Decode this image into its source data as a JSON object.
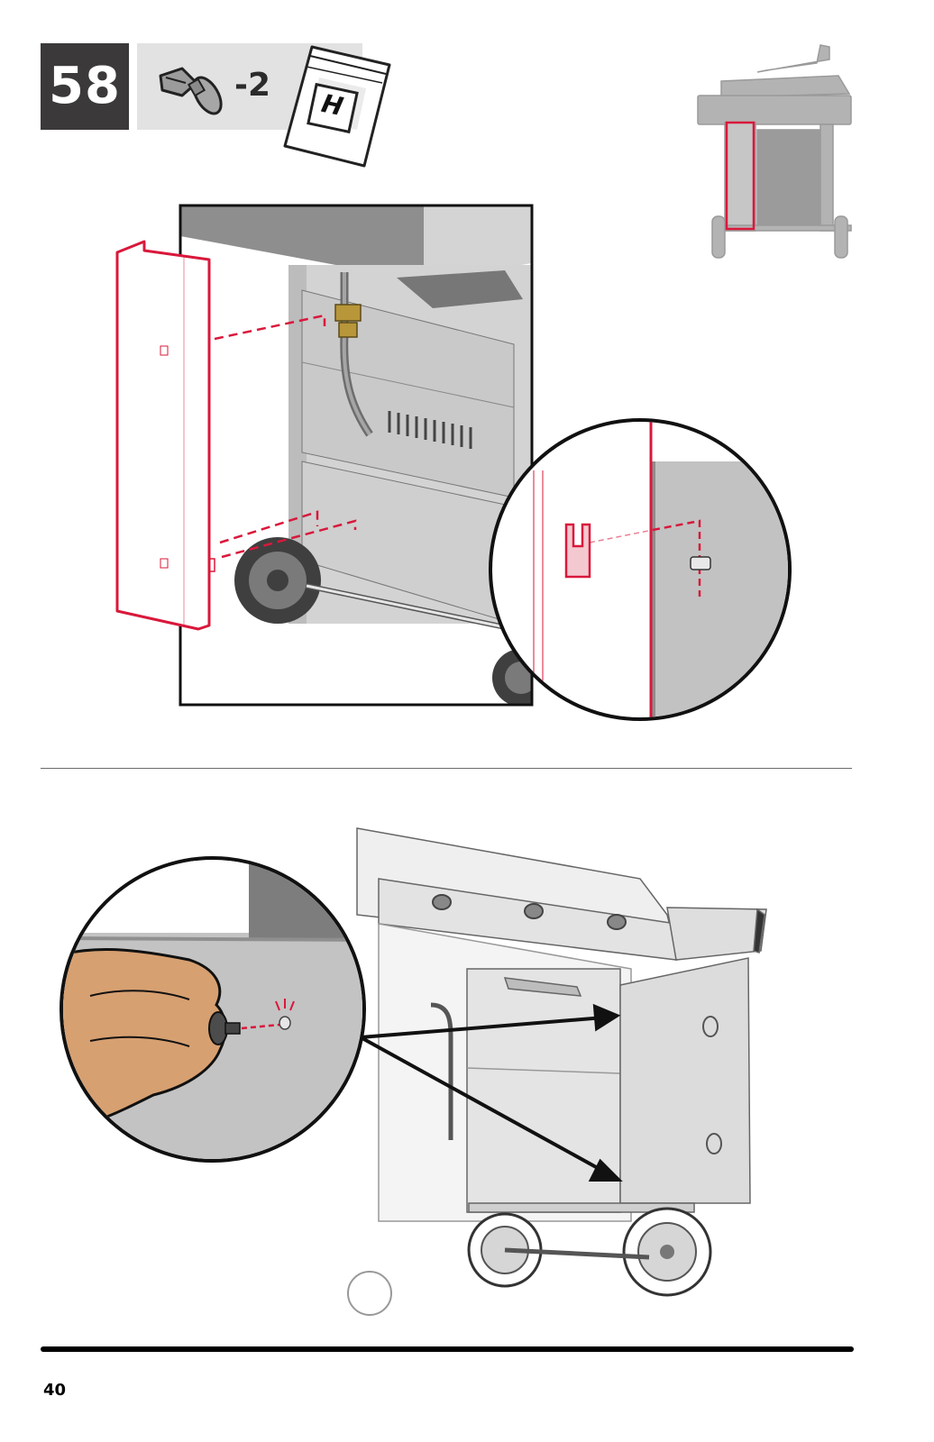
{
  "step": {
    "number": "58"
  },
  "parts": {
    "quantity": "-2",
    "bag_label": "H",
    "icon": "push-pin-fastener-icon"
  },
  "page": {
    "number": "40"
  },
  "colors": {
    "accent": "#d9183b",
    "dark": "#3b3939",
    "panel": "#e2e2e2",
    "metal": "#bfbfbf"
  }
}
